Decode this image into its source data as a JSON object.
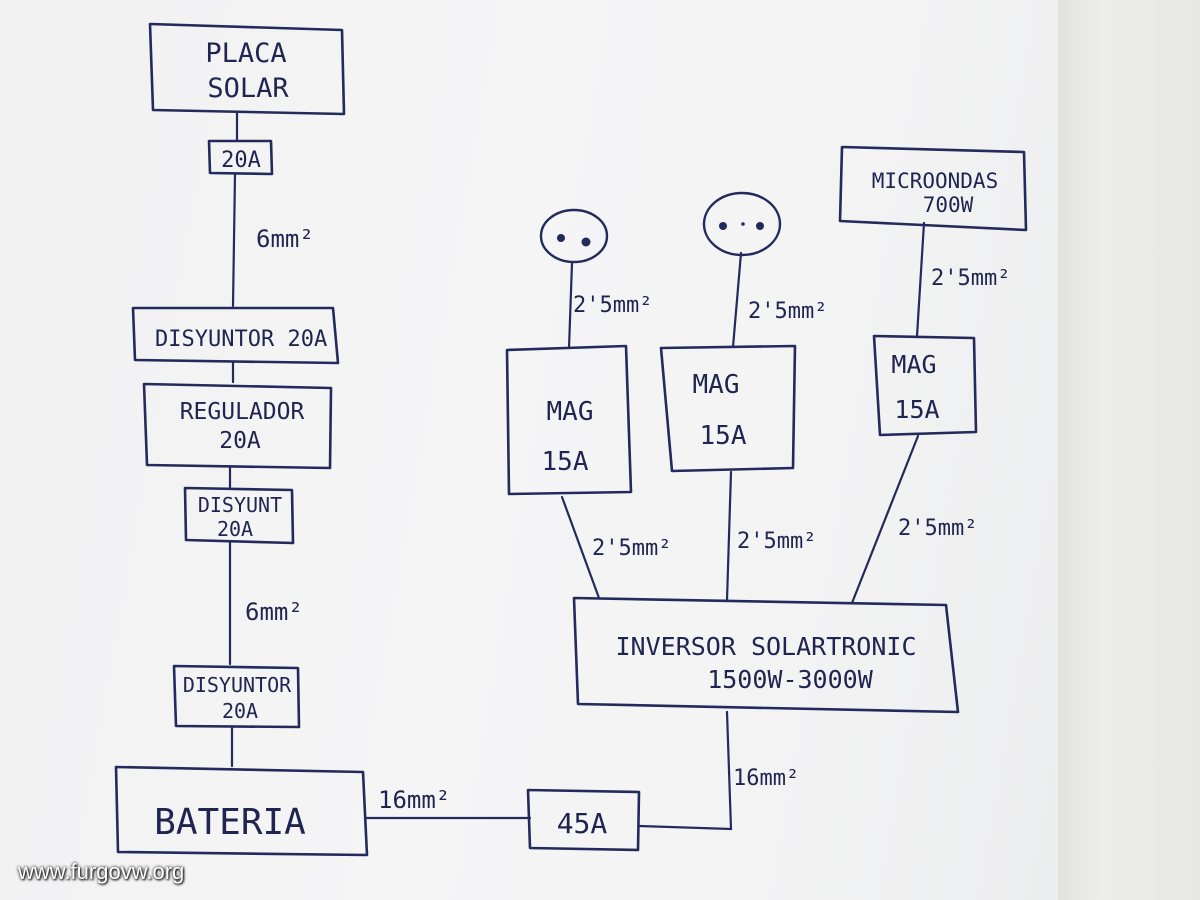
{
  "watermark": "www.furgovw.org",
  "colors": {
    "ink": "#232a5c",
    "paper": "#f3f3f4",
    "background": "#e9e9e6"
  },
  "nodes": {
    "placa_solar": [
      "PLACA",
      "SOLAR"
    ],
    "fuse_20a": "20A",
    "disyuntor_top": "DISYUNTOR 20A",
    "regulador": [
      "REGULADOR",
      "20A"
    ],
    "disyunt_mid": [
      "DISYUNT",
      "20A"
    ],
    "disyuntor_low": [
      "DISYUNTOR",
      "20A"
    ],
    "bateria": "BATERIA",
    "fuse_45a": "45A",
    "inversor": [
      "INVERSOR SOLARTRONIC",
      "1500W-3000W"
    ],
    "mag1": [
      "MAG",
      "15A"
    ],
    "mag2": [
      "MAG",
      "15A"
    ],
    "mag3": [
      "MAG",
      "15A"
    ],
    "microondas": [
      "MICROONDAS",
      "700W"
    ]
  },
  "wires": {
    "w_panel": "6mm²",
    "w_battery": "6mm²",
    "w_bat_fuse": "16mm²",
    "w_inverter_in": "16mm²",
    "w_mag1_out": "2'5mm²",
    "w_mag2_out": "2'5mm²",
    "w_mag3_out": "2'5mm²",
    "w_inv_mag1": "2'5mm²",
    "w_inv_mag2": "2'5mm²",
    "w_inv_mag3": "2'5mm²"
  }
}
